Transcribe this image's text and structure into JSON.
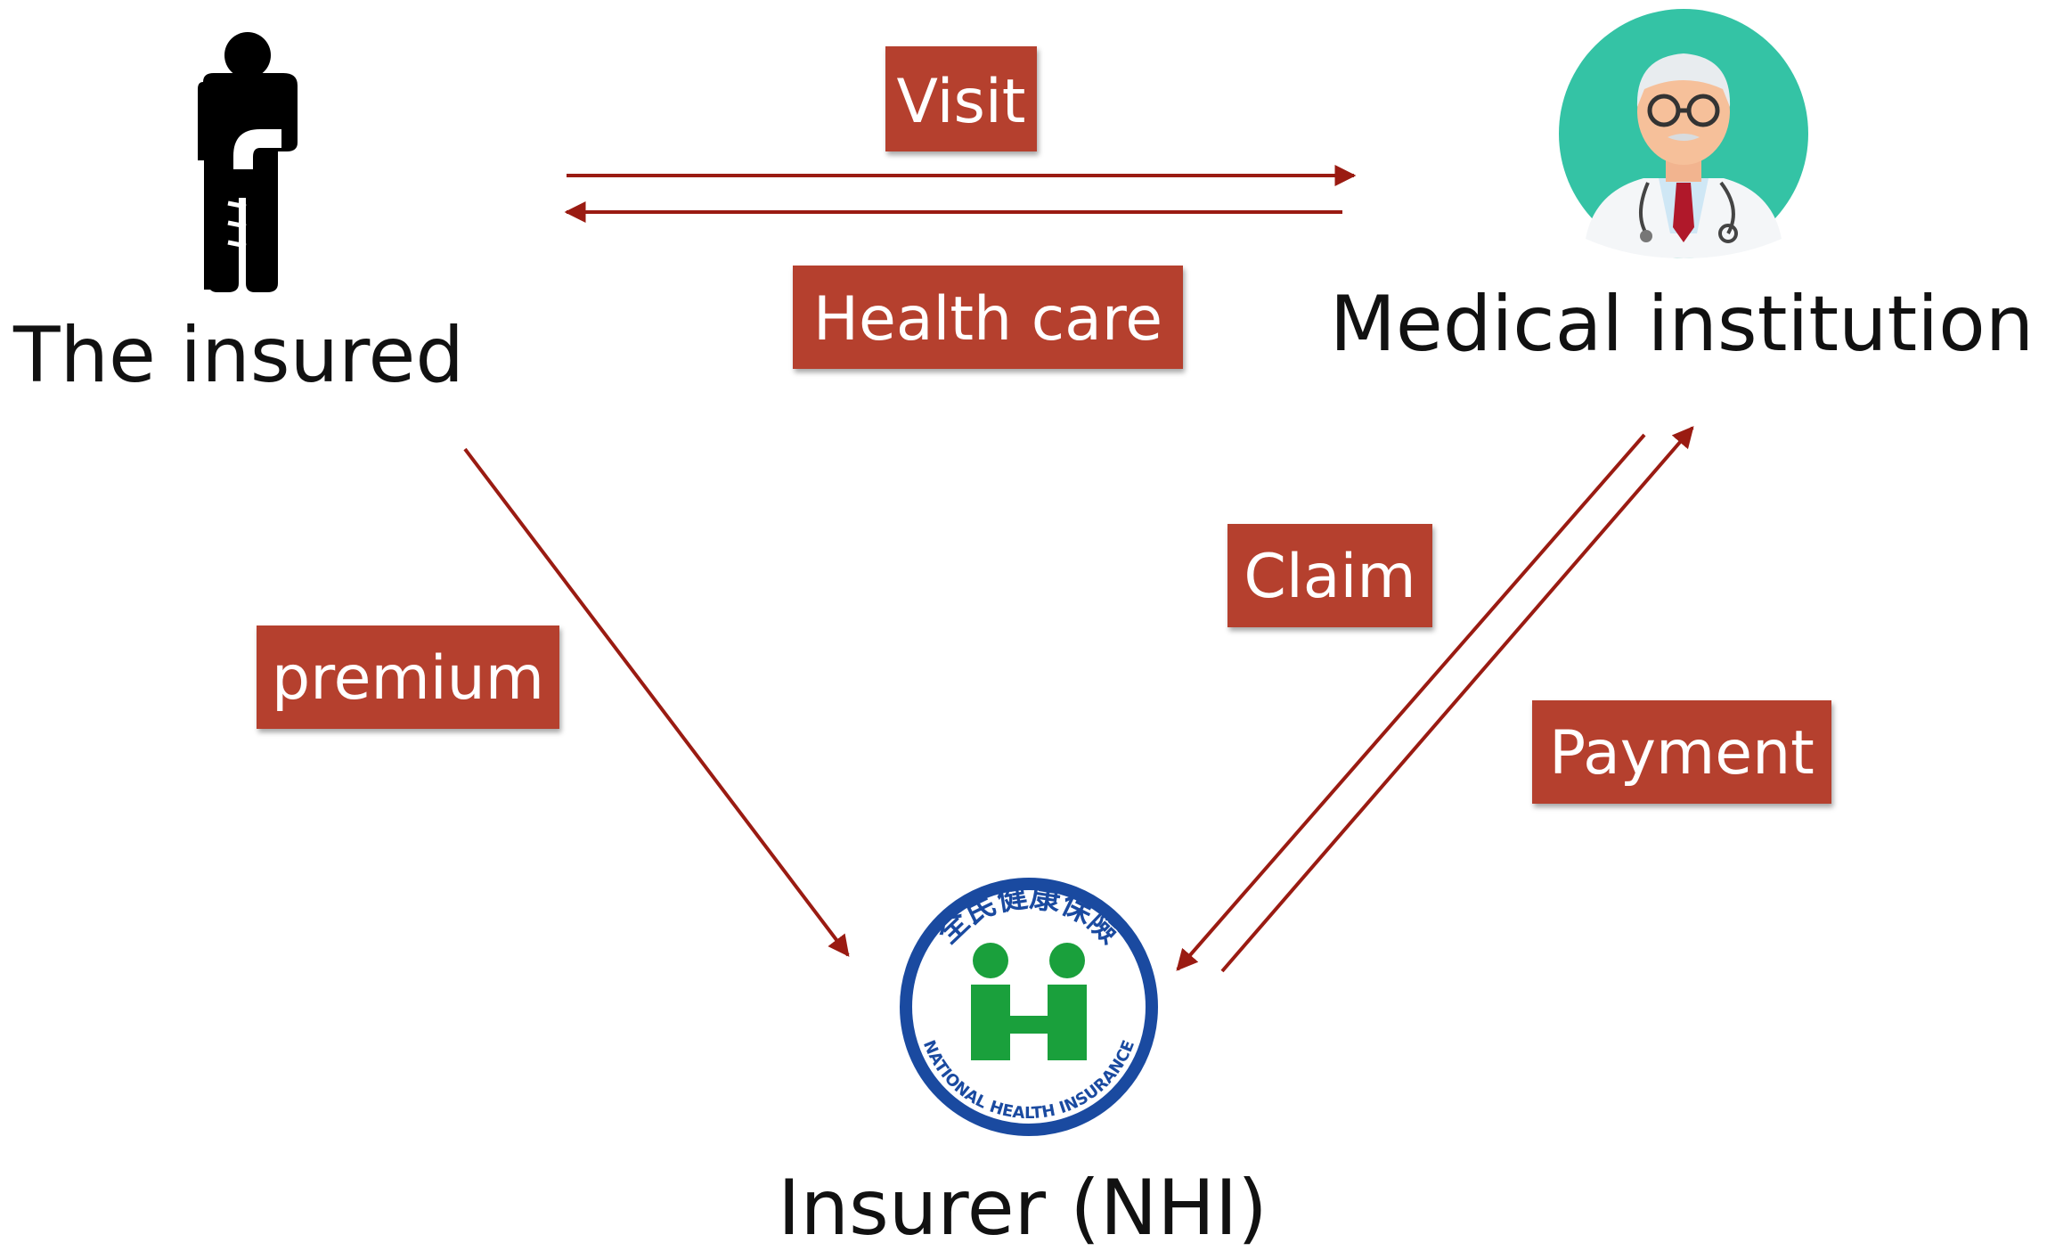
{
  "nodes": {
    "insured": {
      "label": "The insured"
    },
    "medical": {
      "label": "Medical institution"
    },
    "insurer": {
      "label": "Insurer (NHI)"
    }
  },
  "edges": {
    "visit": "Visit",
    "health_care": "Health care",
    "premium": "premium",
    "claim": "Claim",
    "payment": "Payment"
  },
  "logo": {
    "chinese_text": "全民健康保險",
    "english_text": "NATIONAL HEALTH INSURANCE"
  },
  "colors": {
    "arrow": "#9a1b12",
    "label_bg": "#b5412f",
    "label_text": "#ffffff",
    "logo_ring": "#1a4aa0",
    "logo_green": "#1aa03c",
    "doctor_circle": "#34c3a5"
  },
  "icons": {
    "insured": "person-on-crutch-icon",
    "medical": "doctor-avatar-icon",
    "insurer": "nhi-logo-seal"
  }
}
